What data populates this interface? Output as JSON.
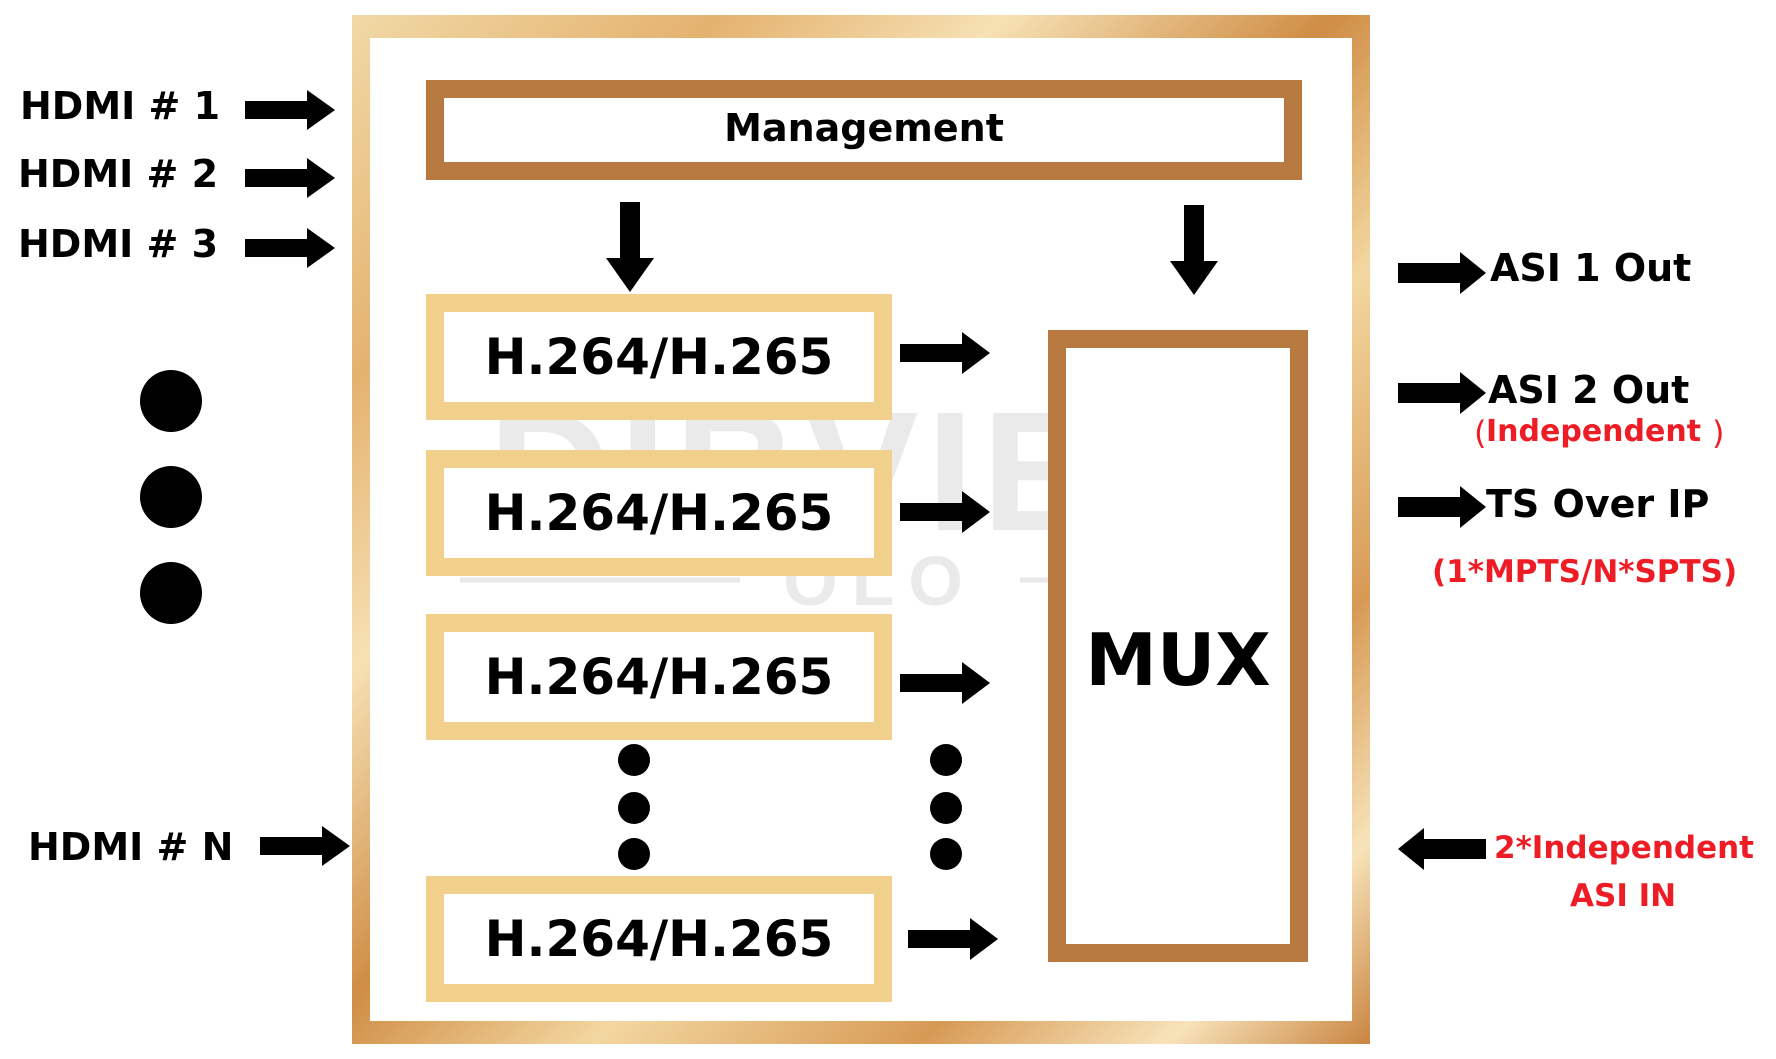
{
  "inputs": {
    "hdmi_1": "HDMI # 1",
    "hdmi_2": "HDMI # 2",
    "hdmi_3": "HDMI # 3",
    "hdmi_n": "HDMI # N"
  },
  "management": {
    "label": "Management"
  },
  "encoders": [
    {
      "label": "H.264/H.265"
    },
    {
      "label": "H.264/H.265"
    },
    {
      "label": "H.264/H.265"
    },
    {
      "label": "H.264/H.265"
    }
  ],
  "mux": {
    "label": "MUX"
  },
  "outputs": {
    "asi1": "ASI 1  Out",
    "asi2": "ASI 2  Out",
    "asi2_note_open": "(",
    "asi2_note": "Independent",
    "asi2_note_close": ")",
    "ts_ip": "TS Over IP",
    "ts_ip_note": "(1*MPTS/N*SPTS)"
  },
  "asi_in": {
    "line1": "2*Independent",
    "line2": "ASI IN"
  },
  "watermark": {
    "brand": "DIBVIEW",
    "sub": "OLO"
  },
  "colors": {
    "frame_gold": "#d79a55",
    "management_border": "#b97a42",
    "encoder_border": "#f1d08c",
    "mux_border": "#b97a42",
    "note_red": "#ee1c25"
  }
}
